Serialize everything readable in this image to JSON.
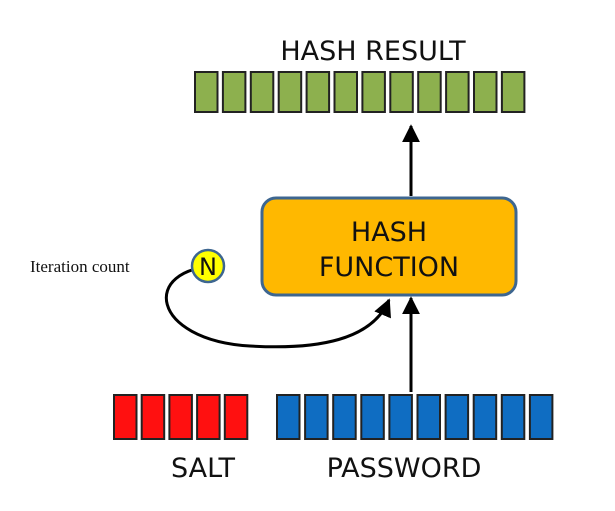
{
  "hash_result": {
    "label": "HASH RESULT",
    "block_count": 12,
    "color": "#8db04e"
  },
  "hash_function": {
    "line1": "HASH",
    "line2": "FUNCTION",
    "color": "#ffb800"
  },
  "iteration": {
    "label": "Iteration count",
    "symbol": "N",
    "color": "#ffff00"
  },
  "salt": {
    "label": "SALT",
    "block_count": 5,
    "color": "#ff1010"
  },
  "password": {
    "label": "PASSWORD",
    "block_count": 10,
    "color": "#0f6dc2"
  }
}
